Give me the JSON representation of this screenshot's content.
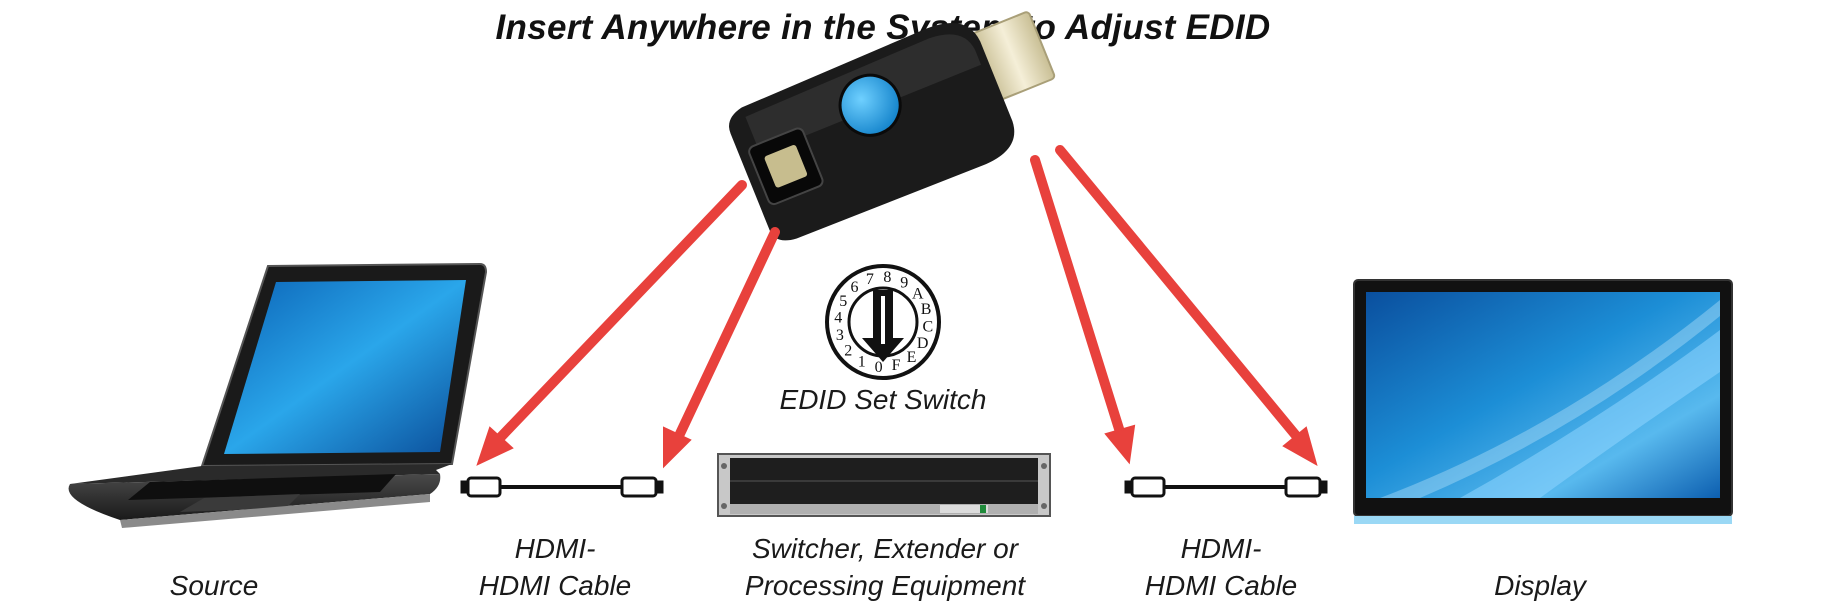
{
  "title": "Insert Anywhere in the System to Adjust EDID",
  "switch": {
    "label": "EDID Set Switch",
    "dial_chars": [
      "0",
      "1",
      "2",
      "3",
      "4",
      "5",
      "6",
      "7",
      "8",
      "9",
      "A",
      "B",
      "C",
      "D",
      "E",
      "F"
    ]
  },
  "source": {
    "label": "Source"
  },
  "display": {
    "label": "Display"
  },
  "cable_left": {
    "line1": "HDMI-",
    "line2": "HDMI Cable"
  },
  "cable_right": {
    "line1": "HDMI-",
    "line2": "HDMI Cable"
  },
  "equipment": {
    "line1": "Switcher, Extender or",
    "line2": "Processing Equipment"
  },
  "colors": {
    "arrow": "#e8413c",
    "device_body": "#1b1b1b",
    "button": "#1f9ae0",
    "connector": "#e3dcc0",
    "screen": "#1c8ed6"
  }
}
